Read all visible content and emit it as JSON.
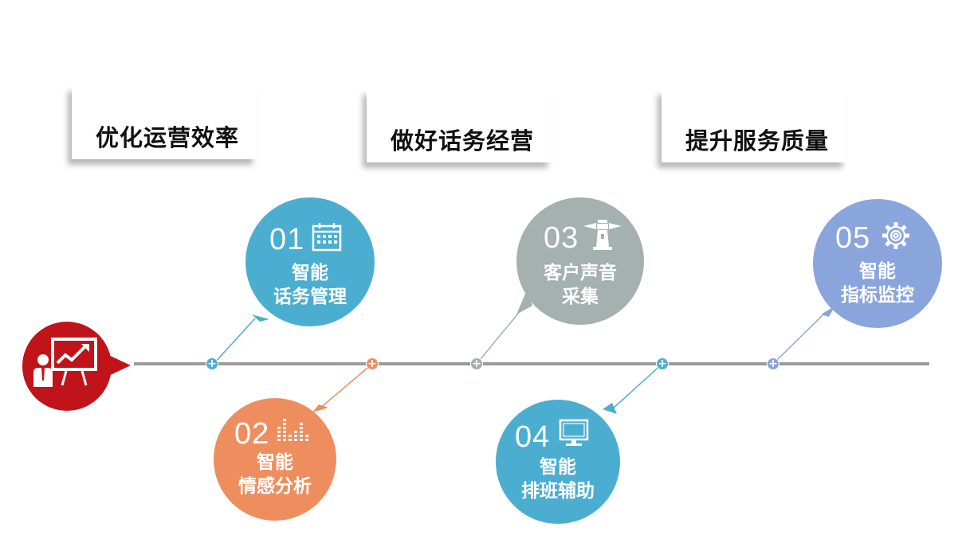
{
  "headings": [
    "优化运营效率",
    "做好话务经营",
    "提升服务质量"
  ],
  "start_icon": "presentation-chart-icon",
  "steps": [
    {
      "num": "01",
      "line1": "智能",
      "line2": "话务管理",
      "icon": "calendar-icon",
      "color": "#4baed0"
    },
    {
      "num": "02",
      "line1": "智能",
      "line2": "情感分析",
      "icon": "equalizer-icon",
      "color": "#ee8e5f"
    },
    {
      "num": "03",
      "line1": "客户声音",
      "line2": "采集",
      "icon": "lighthouse-icon",
      "color": "#a4b1ae"
    },
    {
      "num": "04",
      "line1": "智能",
      "line2": "排班辅助",
      "icon": "monitor-icon",
      "color": "#4baed0"
    },
    {
      "num": "05",
      "line1": "智能",
      "line2": "指标监控",
      "icon": "gear-icon",
      "color": "#8aa5dc"
    }
  ],
  "colors": {
    "start": "#c0141a",
    "timeline": "#9b9b9b"
  }
}
